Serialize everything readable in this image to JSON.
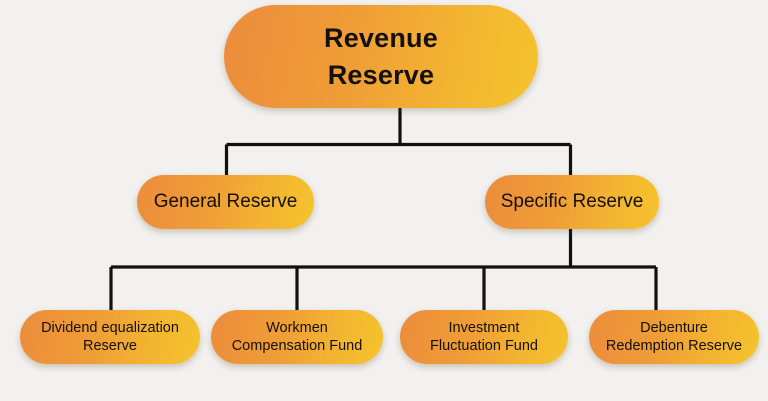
{
  "diagram": {
    "title": "Revenue Reserve",
    "background_color": "#f2f1ef",
    "node_gradient_from": "#ec8c3c",
    "node_gradient_to": "#f5c32c",
    "connector_color": "#111111",
    "root": {
      "label": "Revenue\nReserve"
    },
    "level2": [
      {
        "label": "General Reserve"
      },
      {
        "label": "Specific Reserve"
      }
    ],
    "leaves": [
      {
        "label": "Dividend equalization\nReserve"
      },
      {
        "label": "Workmen\nCompensation  Fund"
      },
      {
        "label": "Investment\nFluctuation Fund"
      },
      {
        "label": "Debenture\nRedemption Reserve"
      }
    ]
  }
}
